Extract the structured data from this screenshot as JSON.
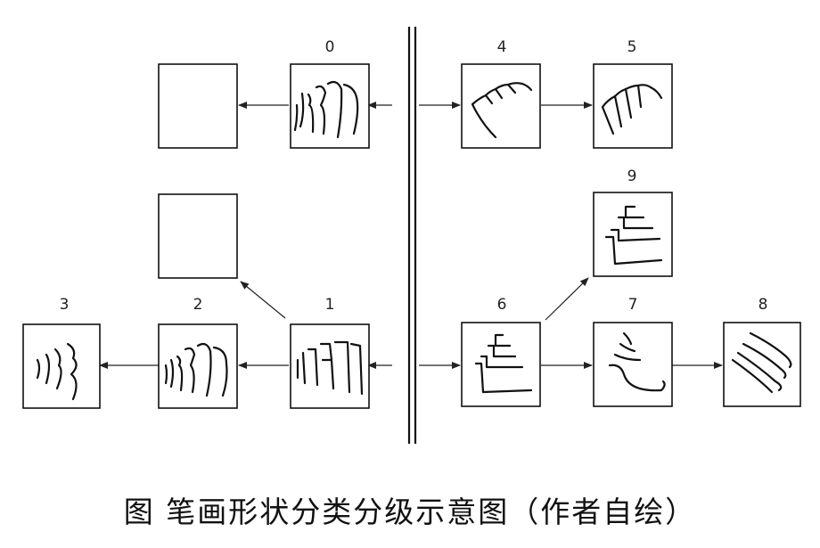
{
  "nodes": [
    {
      "id": "blank-top",
      "label": ""
    },
    {
      "id": "n0",
      "label": "0"
    },
    {
      "id": "n4",
      "label": "4"
    },
    {
      "id": "n5",
      "label": "5"
    },
    {
      "id": "blank-mid",
      "label": ""
    },
    {
      "id": "n9",
      "label": "9"
    },
    {
      "id": "n3",
      "label": "3"
    },
    {
      "id": "n2",
      "label": "2"
    },
    {
      "id": "n1",
      "label": "1"
    },
    {
      "id": "n6",
      "label": "6"
    },
    {
      "id": "n7",
      "label": "7"
    },
    {
      "id": "n8",
      "label": "8"
    }
  ],
  "edges": [
    {
      "from": "n0",
      "to": "blank-top"
    },
    {
      "from": "n0",
      "to": "n4"
    },
    {
      "from": "n4",
      "to": "n0"
    },
    {
      "from": "n4",
      "to": "n5"
    },
    {
      "from": "n1",
      "to": "blank-mid"
    },
    {
      "from": "n1",
      "to": "n2"
    },
    {
      "from": "n2",
      "to": "n3"
    },
    {
      "from": "n1",
      "to": "n6"
    },
    {
      "from": "n6",
      "to": "n1"
    },
    {
      "from": "n6",
      "to": "n9"
    },
    {
      "from": "n6",
      "to": "n7"
    },
    {
      "from": "n7",
      "to": "n8"
    }
  ],
  "caption": "图 笔画形状分类分级示意图（作者自绘）"
}
